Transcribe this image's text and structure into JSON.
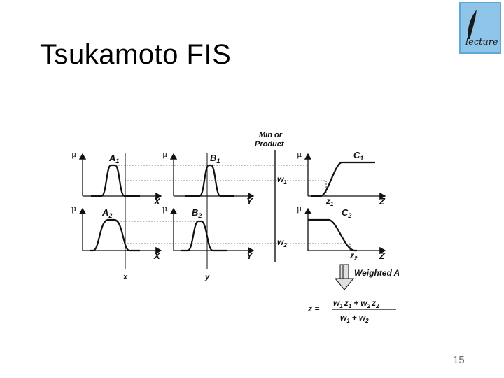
{
  "slide": {
    "title": "Tsukamoto FIS",
    "page_number": "15",
    "logo_text": "lecture"
  },
  "diagram": {
    "min_or_product_line1": "Min or",
    "min_or_product_line2": "Product",
    "mu_symbol": "μ",
    "row1": {
      "input1_set": "A",
      "input1_sub": "1",
      "input1_axis": "X",
      "input2_set": "B",
      "input2_sub": "1",
      "input2_axis": "Y",
      "output_set": "C",
      "output_sub": "1",
      "output_axis": "Z",
      "weight": "w",
      "weight_sub": "1",
      "crisp_z": "z",
      "crisp_z_sub": "1"
    },
    "row2": {
      "input1_set": "A",
      "input1_sub": "2",
      "input1_axis": "X",
      "input2_set": "B",
      "input2_sub": "2",
      "input2_axis": "Y",
      "output_set": "C",
      "output_sub": "2",
      "output_axis": "Z",
      "weight": "w",
      "weight_sub": "2",
      "crisp_z": "z",
      "crisp_z_sub": "2"
    },
    "input_x": "x",
    "input_y": "y",
    "weighted_average_label": "Weighted Average",
    "formula_lhs": "z =",
    "formula_num_w1": "w",
    "formula_num_w1_sub": "1",
    "formula_num_z1": "z",
    "formula_num_z1_sub": "1",
    "formula_plus": "+",
    "formula_num_w2": "w",
    "formula_num_w2_sub": "2",
    "formula_num_z2": "z",
    "formula_num_z2_sub": "2",
    "formula_den_w1": "w",
    "formula_den_w1_sub": "1",
    "formula_den_w2": "w",
    "formula_den_w2_sub": "2"
  }
}
